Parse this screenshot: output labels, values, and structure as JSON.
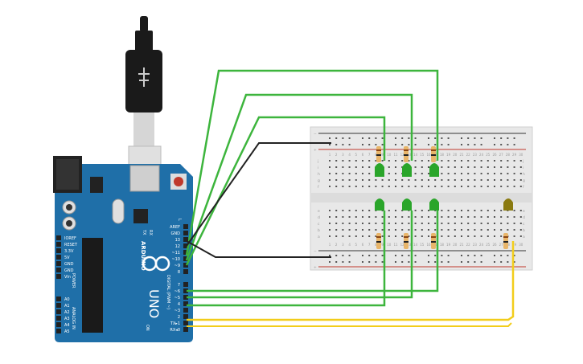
{
  "arduino": {
    "brand": "ARDUINO",
    "model": "UNO",
    "tx_label": "TX",
    "rx_label": "RX",
    "on_label": "ON",
    "l_label": "L",
    "power_label": "POWER",
    "analog_label": "ANALOG IN",
    "digital_label": "DIGITAL (PWM ~)",
    "power_pins": [
      "IOREF",
      "RESET",
      "3.3V",
      "5V",
      "GND",
      "GND",
      "Vin"
    ],
    "analog_pins": [
      "A0",
      "A1",
      "A2",
      "A3",
      "A4",
      "A5"
    ],
    "digital_top": [
      "AREF",
      "GND",
      "13",
      "12",
      "~11",
      "~10",
      "~9",
      "8"
    ],
    "digital_bottom": [
      "7",
      "~6",
      "~5",
      "4",
      "~3",
      "2",
      "TX▸1",
      "RX◂0"
    ]
  },
  "breadboard": {
    "rows_top": [
      "j",
      "i",
      "h",
      "g",
      "f"
    ],
    "rows_bottom": [
      "e",
      "d",
      "c",
      "b",
      "a"
    ],
    "columns": [
      "1",
      "2",
      "3",
      "4",
      "5",
      "6",
      "7",
      "8",
      "9",
      "10",
      "11",
      "12",
      "13",
      "14",
      "15",
      "16",
      "17",
      "18",
      "19",
      "20",
      "21",
      "22",
      "23",
      "24",
      "25",
      "26",
      "27",
      "28",
      "29",
      "30"
    ],
    "rail_minus": "−",
    "rail_plus": "+"
  },
  "colors": {
    "board": "#1f6fa8",
    "wire_green": "#3db53d",
    "wire_black": "#222222",
    "wire_yellow": "#f2cd1b",
    "led_green": "#2aa52a",
    "led_yellow": "#8a7a10",
    "resistor": "#e8b56a"
  }
}
